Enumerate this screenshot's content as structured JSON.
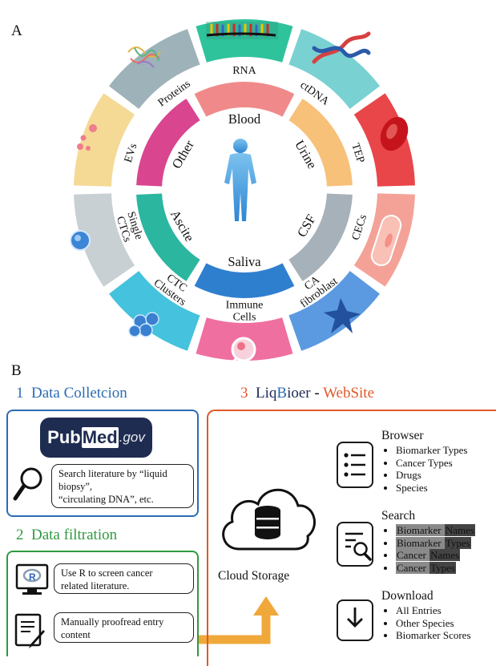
{
  "panel_a": {
    "label": "A",
    "inner_ring": [
      "Blood",
      "Urine",
      "CSF",
      "Saliva",
      "Ascite",
      "Other"
    ],
    "outer_ring": [
      "RNA",
      "ctDNA",
      "TEP",
      "CECs",
      "CA fibroblast",
      "Immune Cells",
      "CTC Clusters",
      "Single CTCs",
      "EVs",
      "Proteins"
    ],
    "outer_ring_lines": [
      [
        "RNA"
      ],
      [
        "ctDNA"
      ],
      [
        "TEP"
      ],
      [
        "CECs"
      ],
      [
        "CA",
        "fibroblast"
      ],
      [
        "Immune",
        "Cells"
      ],
      [
        "CTC",
        "Clusters"
      ],
      [
        "Single",
        "CTCs"
      ],
      [
        "EVs"
      ],
      [
        "Proteins"
      ]
    ],
    "inner_colors": [
      "#f08a8a",
      "#f7c17a",
      "#a7b1b9",
      "#2f7fcf",
      "#2bb6a0",
      "#d9458f"
    ],
    "outer_colors": [
      "#2fc39c",
      "#7ad1d2",
      "#e9464a",
      "#f4a297",
      "#5b9ae0",
      "#ef6fa0",
      "#45c2dd",
      "#c8d0d4",
      "#f4da95",
      "#9eb2b9"
    ],
    "center_icon": "human-body-icon"
  },
  "panel_b": {
    "label": "B",
    "section1": {
      "number": "1",
      "title": "Data Colletcion"
    },
    "pubmed": {
      "pub": "Pub",
      "med": "Med",
      "gov": ".gov"
    },
    "search_text": [
      "Search literature by “liquid",
      "biopsy”,",
      "“circulating DNA”, etc."
    ],
    "section2": {
      "number": "2",
      "title": "Data filtration"
    },
    "r_text": [
      "Use R to screen cancer",
      "related literature."
    ],
    "manual_text": [
      "Manually proofread entry",
      "content"
    ],
    "section3": {
      "number": "3",
      "title_part1": "Liq",
      "title_part2": "B",
      "title_part3": "ioer",
      "dash": " - ",
      "website": "WebSite"
    },
    "cloud_label": "Cloud Storage",
    "browser": {
      "title": "Browser",
      "items": [
        "Biomarker Types",
        "Cancer Types",
        "Drugs",
        "Species"
      ]
    },
    "search": {
      "title": "Search",
      "items": [
        [
          "Biomarker ",
          "Names"
        ],
        [
          "Biomarker ",
          "Types"
        ],
        [
          "Cancer ",
          "Names"
        ],
        [
          "Cancer ",
          "Types"
        ]
      ]
    },
    "download": {
      "title": "Download",
      "items": [
        "All Entries",
        "Other Species",
        "Biomarker Scores"
      ]
    },
    "colors": {
      "blue": "#2b6cb3",
      "green": "#2e9a3f",
      "orange": "#e0592a",
      "arrow": "#f0a83a"
    }
  }
}
